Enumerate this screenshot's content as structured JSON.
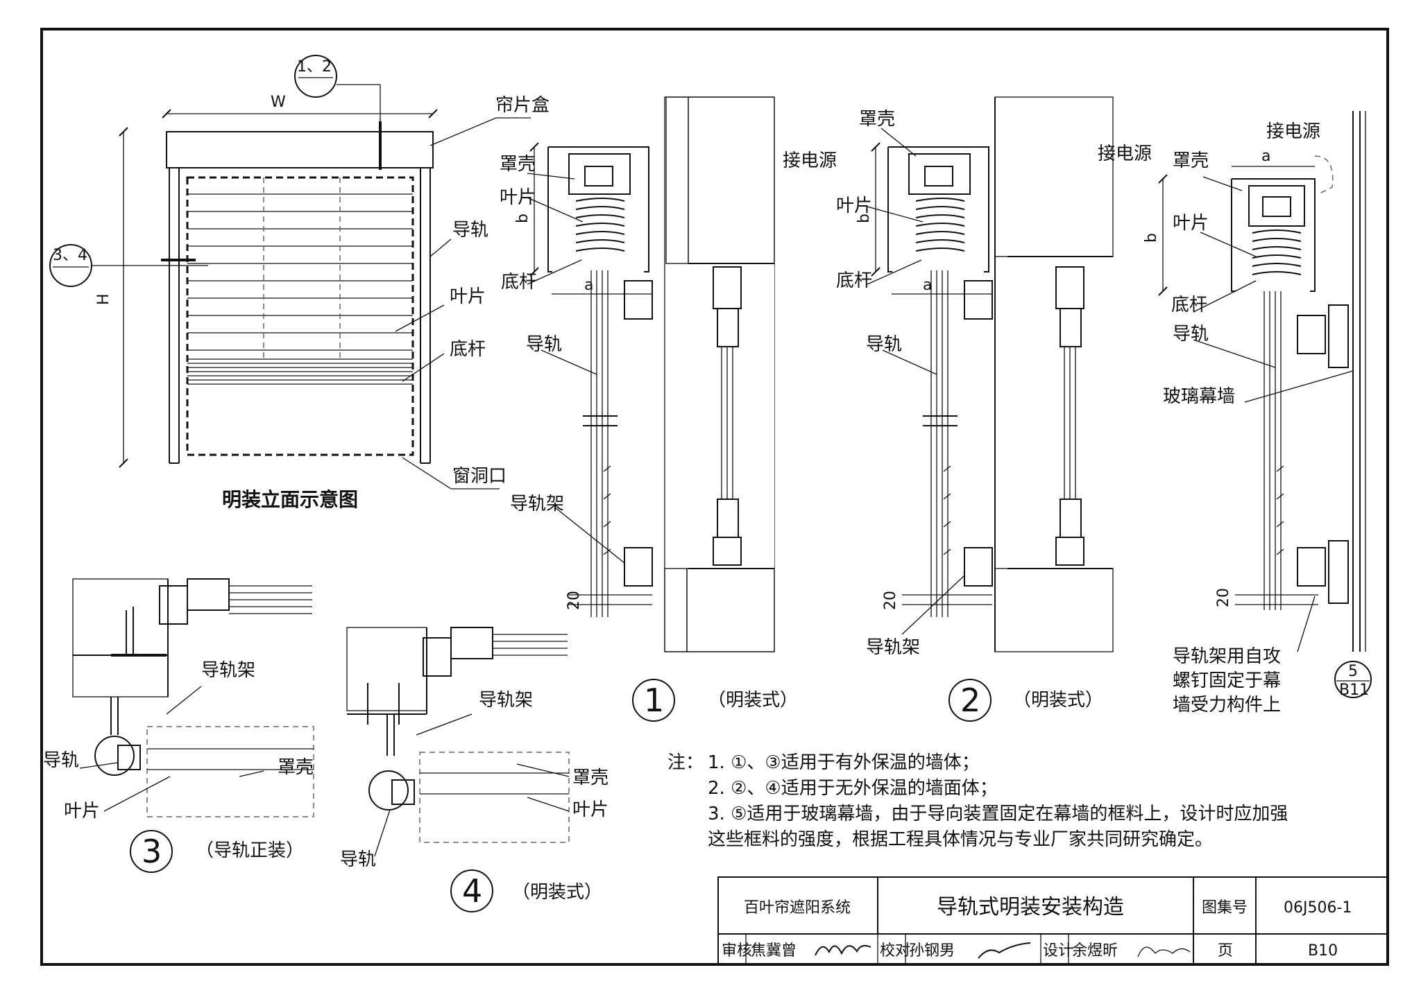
{
  "elevation": {
    "title": "明装立面示意图",
    "dim_w": "W",
    "dim_h": "H",
    "ref_12": "1、2",
    "ref_34": "3、4",
    "labels": {
      "box": "帘片盒",
      "rail": "导轨",
      "blade": "叶片",
      "bottom_bar": "底杆",
      "window_opening": "窗洞口"
    }
  },
  "section1": {
    "number": "1",
    "caption": "（明装式）",
    "labels": {
      "cover": "罩壳",
      "blade": "叶片",
      "bottom_bar": "底杆",
      "rail": "导轨",
      "rail_bracket": "导轨架",
      "power": "接电源",
      "dim_b": "b",
      "dim_a": "a",
      "dim_20": "20"
    }
  },
  "section2": {
    "number": "2",
    "caption": "（明装式）",
    "labels": {
      "cover": "罩壳",
      "blade": "叶片",
      "bottom_bar": "底杆",
      "rail": "导轨",
      "rail_bracket": "导轨架",
      "power": "接电源",
      "dim_b": "b",
      "dim_a": "a",
      "dim_20": "20"
    }
  },
  "section5": {
    "ref_top": "5",
    "ref_bottom": "B11",
    "labels": {
      "cover": "罩壳",
      "blade": "叶片",
      "bottom_bar": "底杆",
      "rail": "导轨",
      "curtain_wall": "玻璃幕墙",
      "power": "接电源",
      "dim_b": "b",
      "dim_a": "a",
      "dim_20": "20"
    },
    "note_lines": [
      "导轨架用自攻",
      "螺钉固定于幕",
      "墙受力构件上"
    ]
  },
  "detail3": {
    "number": "3",
    "caption": "（导轨正装）",
    "labels": {
      "rail_bracket": "导轨架",
      "rail": "导轨",
      "cover": "罩壳",
      "blade": "叶片"
    }
  },
  "detail4": {
    "number": "4",
    "caption": "（明装式）",
    "labels": {
      "rail_bracket": "导轨架",
      "rail": "导轨",
      "cover": "罩壳",
      "blade": "叶片"
    }
  },
  "notes": {
    "prefix": "注：",
    "lines": [
      "1. ①、③适用于有外保温的墙体；",
      "2. ②、④适用于无外保温的墙面体；",
      "3. ⑤适用于玻璃幕墙，由于导向装置固定在幕墙的框料上，设计时应加强",
      "这些框料的强度，根据工程具体情况与专业厂家共同研究确定。"
    ]
  },
  "title_block": {
    "system": "百叶帘遮阳系统",
    "title": "导轨式明装安装构造",
    "atlas_label": "图集号",
    "atlas_no": "06J506-1",
    "review_label": "审核",
    "review_name": "焦冀曾",
    "check_label": "校对",
    "check_name": "孙钢男",
    "design_label": "设计",
    "design_name": "余煜昕",
    "page_label": "页",
    "page_no": "B10"
  }
}
